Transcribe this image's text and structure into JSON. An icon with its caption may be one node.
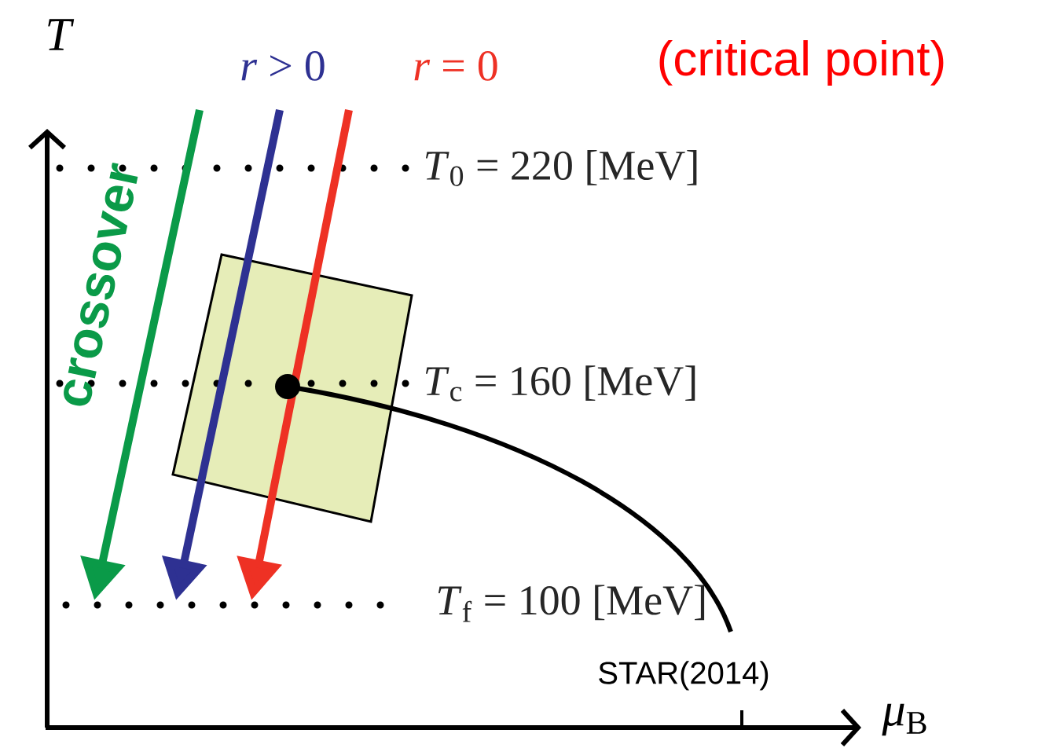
{
  "diagram": {
    "labels": [
      "T",
      "*r* > 0",
      "*r* = 0",
      "(critical point)",
      "crossover",
      "*T*$_{0}$ = 220 [MeV]",
      "*T*$_{c}$ = 160 [MeV]",
      "*T*$_{f}$ = 100 [MeV]",
      "STAR(2014)",
      "*μ*$_{B}$"
    ]
  }
}
